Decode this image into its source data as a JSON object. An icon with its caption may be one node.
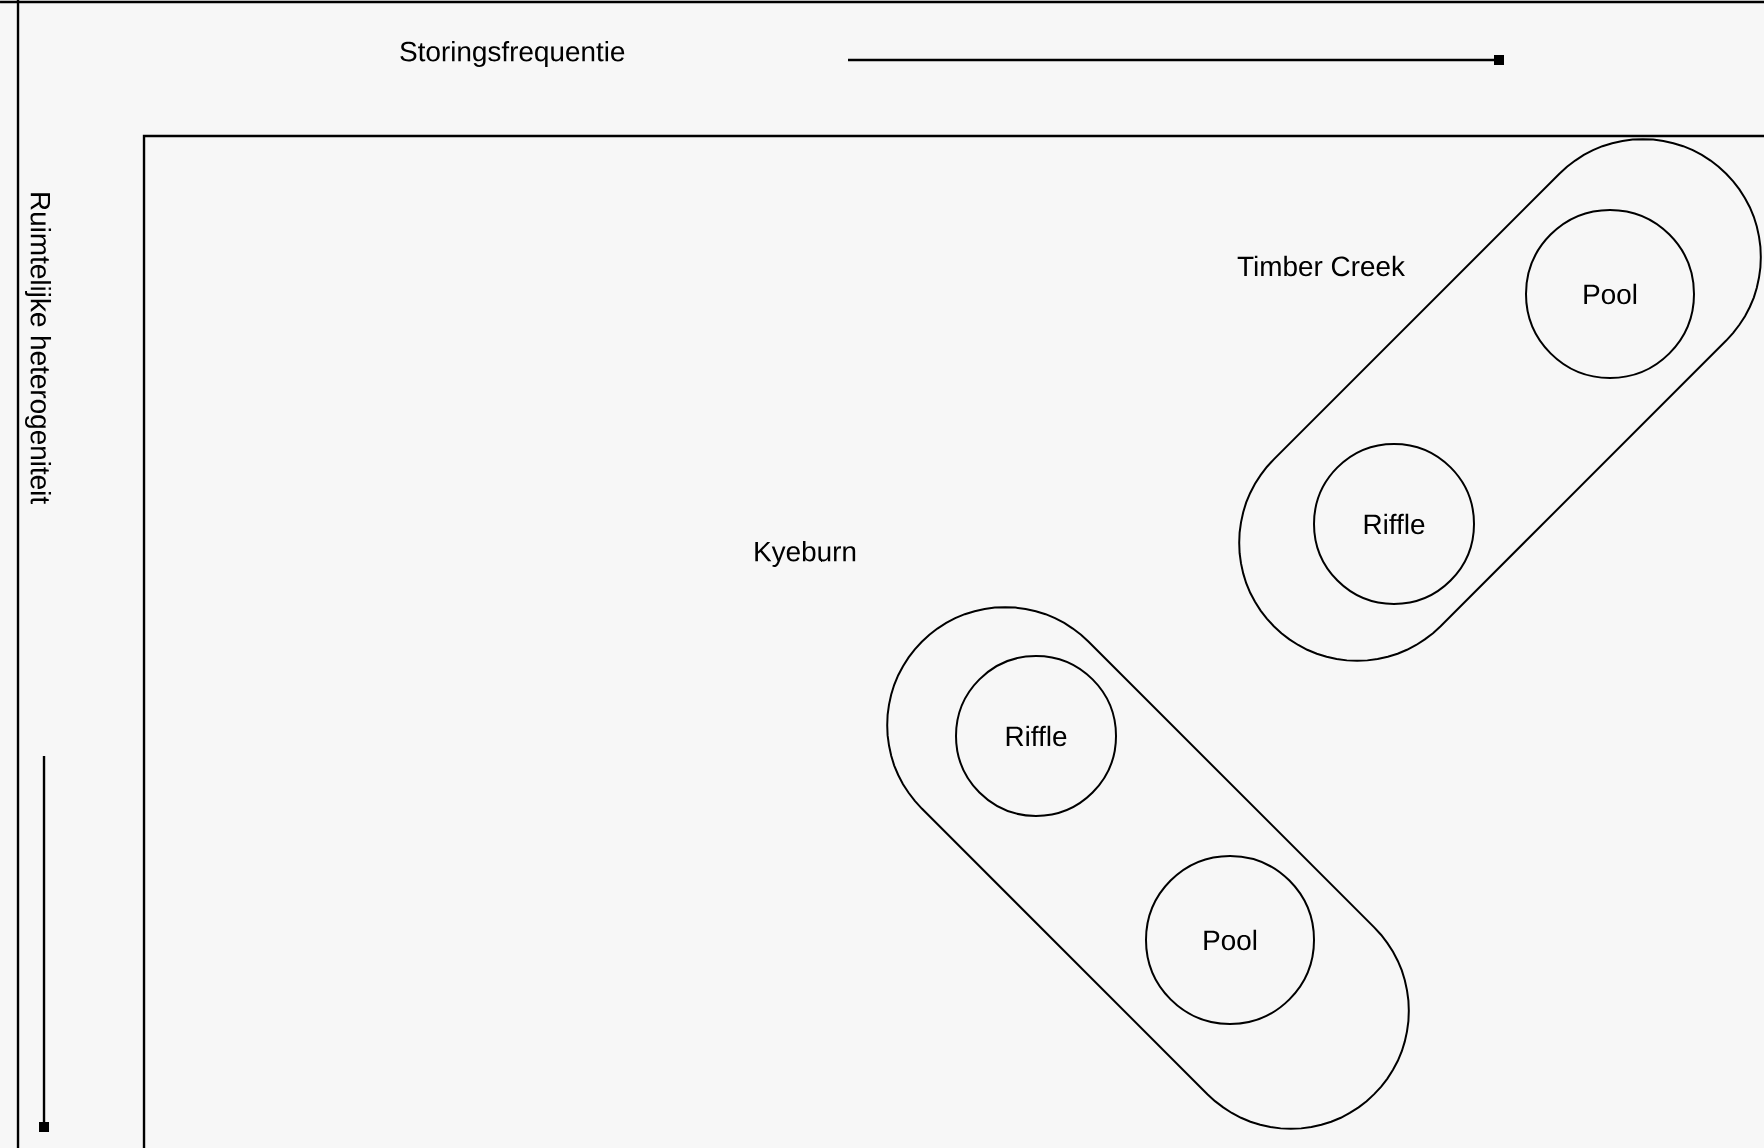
{
  "diagram": {
    "nodes": [
      {
        "text": [
          "Timber Creek"
        ]
      },
      {
        "text": [
          "Pool"
        ],
        "in": 0
      },
      {
        "text": [
          "Riffle"
        ],
        "in": 0
      },
      {
        "text": [
          "Kyeburn"
        ]
      },
      {
        "text": [
          "Riffle"
        ],
        "in": 3
      },
      {
        "text": [
          "Pool"
        ],
        "in": 3
      }
    ],
    "labels": [
      "Storingsfrequentie",
      "Ruimtelijke heterogeniteit"
    ]
  }
}
